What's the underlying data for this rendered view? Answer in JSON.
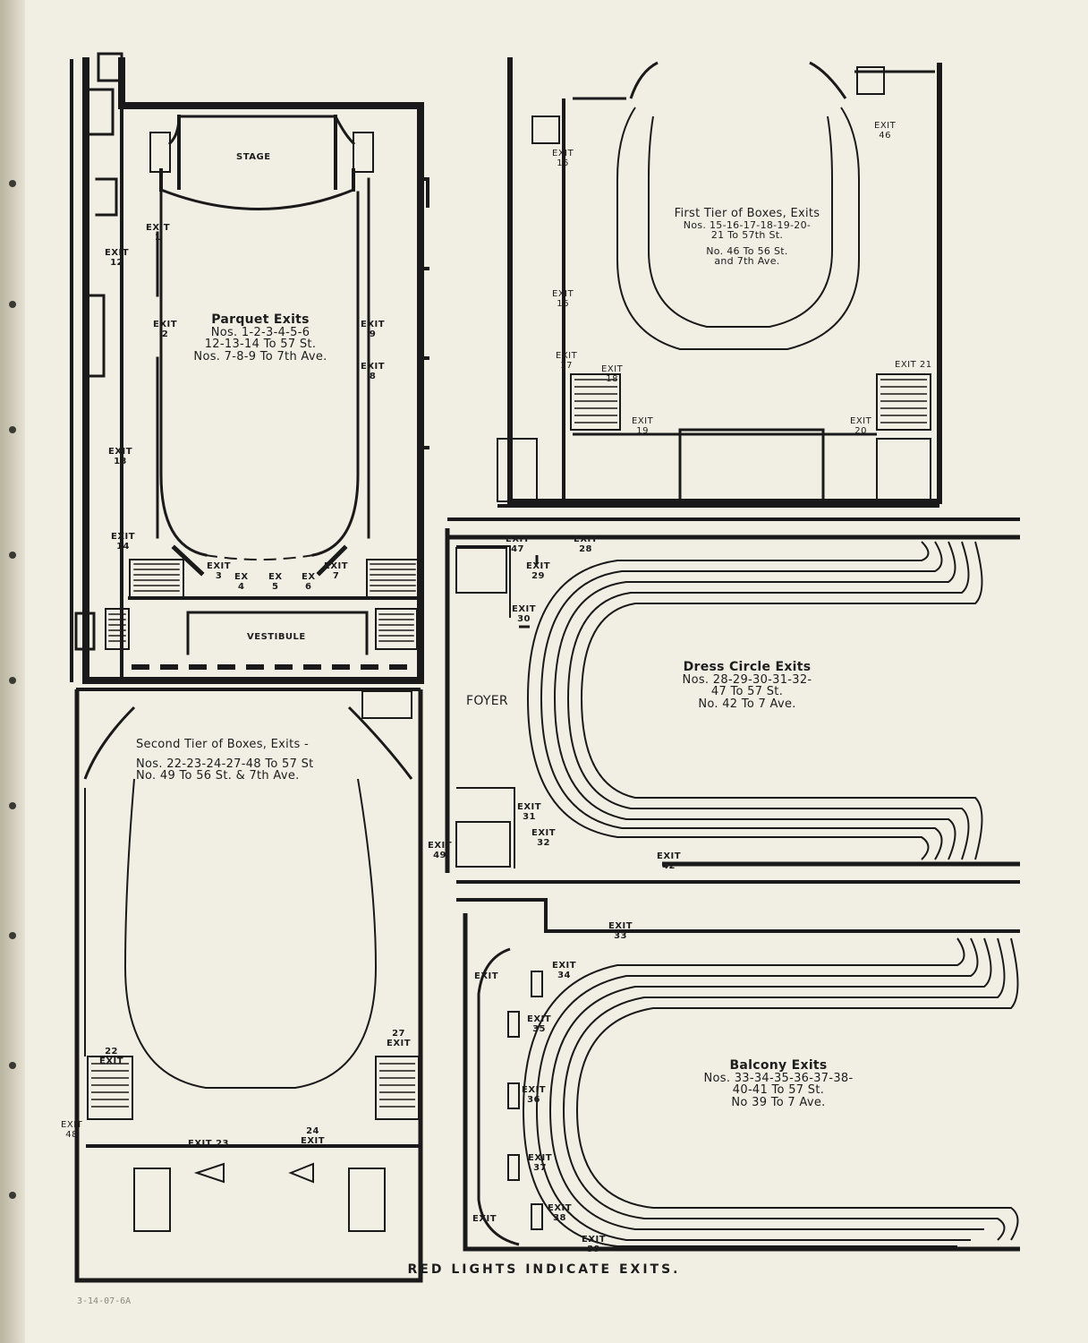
{
  "stage": "STAGE",
  "vestibule": "VESTIBULE",
  "foyer": "FOYER",
  "parquet": {
    "title": "Parquet Exits",
    "line1": "Nos. 1-2-3-4-5-6",
    "line2": "12-13-14 To 57 St.",
    "line3": "Nos. 7-8-9 To 7th Ave."
  },
  "first_tier": {
    "title": "First Tier of Boxes, Exits",
    "line1": "Nos. 15-16-17-18-19-20-",
    "line2": "21 To 57th St.",
    "line3": "No. 46 To 56 St.",
    "line4": "and 7th Ave."
  },
  "second_tier": {
    "title": "Second Tier of Boxes, Exits -",
    "line1": "Nos. 22-23-24-27-48 To 57 St",
    "line2": "No. 49 To 56 St. & 7th Ave."
  },
  "dress_circle": {
    "title": "Dress Circle Exits",
    "line1": "Nos. 28-29-30-31-32-",
    "line2": "47 To 57 St.",
    "line3": "No. 42 To 7 Ave."
  },
  "balcony": {
    "title": "Balcony Exits",
    "line1": "Nos. 33-34-35-36-37-38-",
    "line2": "40-41 To 57 St.",
    "line3": "No 39 To 7 Ave."
  },
  "exits": {
    "e1": "EXIT\n1",
    "e2": "EXIT\n2",
    "e3": "EXIT\n3",
    "e4": "EX\n4",
    "e5": "EX\n5",
    "e6": "EX\n6",
    "e7": "EXIT\n7",
    "e8": "EXIT\n8",
    "e9": "EXIT\n9",
    "e12": "EXIT\n12",
    "e13": "EXIT\n13",
    "e14": "EXIT\n14",
    "e15": "EXIT\n15",
    "e16": "EXIT\n16",
    "e17": "EXIT\n17",
    "e18": "EXIT\n18",
    "e19": "EXIT\n19",
    "e20": "EXIT\n20",
    "e21": "EXIT 21",
    "e46": "EXIT\n46",
    "e22": "22\nEXIT",
    "e23": "EXIT 23",
    "e24": "24\nEXIT",
    "e27": "27\nEXIT",
    "e48": "EXIT\n48",
    "e49": "EXIT\n49",
    "e28": "EXIT\n28",
    "e29": "EXIT\n29",
    "e30": "EXIT\n30",
    "e31": "EXIT\n31",
    "e32": "EXIT\n32",
    "e42": "EXIT\n42",
    "e47": "EXIT\n47",
    "e33": "EXIT\n33",
    "e34": "EXIT\n34",
    "e35": "EXIT\n35",
    "e36": "EXIT\n36",
    "e37": "EXIT\n37",
    "e38": "EXIT\n38",
    "e39": "EXIT\n39",
    "e40": "EXIT",
    "e41": "EXIT"
  },
  "footer": "RED LIGHTS INDICATE EXITS.",
  "pencil_note": "3-14-07-6A"
}
